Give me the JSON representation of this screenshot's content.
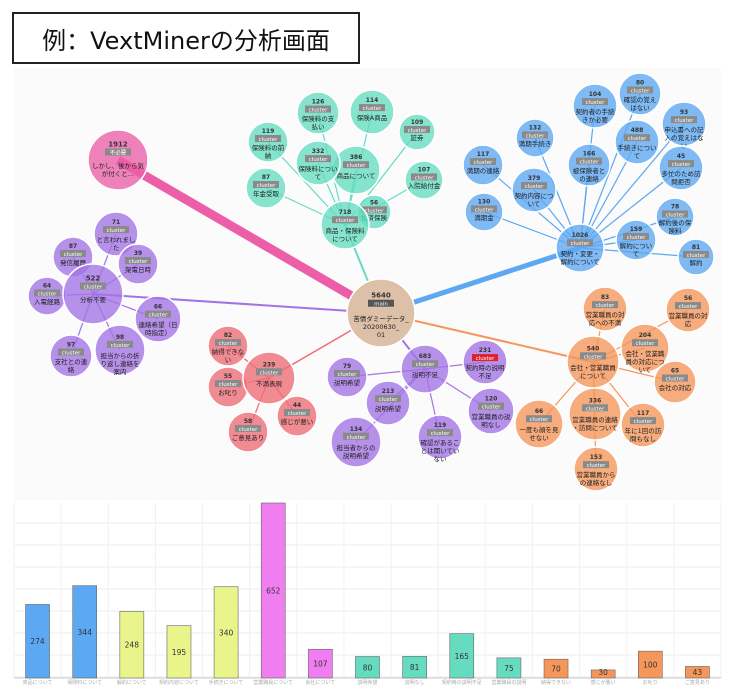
{
  "title": "例：VextMinerの分析画面",
  "cluster_tag": "cluster",
  "colors": {
    "pink": "#ec5fa8",
    "blue": "#5ca8f2",
    "purple": "#a373e6",
    "orange": "#f5965a",
    "red": "#ee6b74",
    "teal": "#65dcc0",
    "center": "#ddc0a8",
    "yellow": "#e9f58a",
    "magenta": "#f07ef0"
  },
  "graph": {
    "center": {
      "count": "5640",
      "tag": "main",
      "label": "苦情ダミーデータ_20200630_01"
    },
    "clusters": [
      {
        "id": "pink",
        "color": "pink",
        "hub": {
          "count": "1912",
          "tag": "不必要",
          "label": "しかし、後から気が付くと…"
        },
        "leaves": []
      },
      {
        "id": "teal",
        "color": "teal",
        "hub": {
          "count": "718",
          "tag": "cluster",
          "label": "商品・保険料について"
        },
        "leaves": [
          {
            "count": "386",
            "label": "商品について"
          },
          {
            "count": "332",
            "label": "保険料について"
          },
          {
            "count": "126",
            "label": "保険料の支払い"
          },
          {
            "count": "114",
            "label": "保険A商品"
          },
          {
            "count": "119",
            "label": "保険料の前納"
          },
          {
            "count": "109",
            "label": "証券"
          },
          {
            "count": "87",
            "label": "年金受取"
          },
          {
            "count": "107",
            "label": "入院給付金"
          },
          {
            "count": "56",
            "label": "払済保険"
          }
        ]
      },
      {
        "id": "blue",
        "color": "blue",
        "hub": {
          "count": "1026",
          "tag": "cluster",
          "label": "契約・変更・解約について"
        },
        "leaves": [
          {
            "count": "379",
            "label": "契約内容について"
          },
          {
            "count": "488",
            "label": "手続きについて"
          },
          {
            "count": "132",
            "label": "満期手続き"
          },
          {
            "count": "117",
            "label": "満期の連絡"
          },
          {
            "count": "130",
            "label": "満期金"
          },
          {
            "count": "104",
            "label": "契約者の手続きか必要"
          },
          {
            "count": "80",
            "label": "確認の覚えはない"
          },
          {
            "count": "166",
            "label": "被保険者との連絡"
          },
          {
            "count": "93",
            "label": "申込書への記入の覚えはない"
          },
          {
            "count": "45",
            "label": "多忙のため訪問拒否"
          },
          {
            "count": "159",
            "label": "解約について"
          },
          {
            "count": "78",
            "label": "解約後の保険料"
          },
          {
            "count": "81",
            "label": "解約"
          }
        ]
      },
      {
        "id": "purple",
        "color": "purple",
        "hub": {
          "count": "522",
          "tag": "cluster",
          "label": "分析不要"
        },
        "leaves": [
          {
            "count": "71",
            "label": "と言われました"
          },
          {
            "count": "87",
            "label": "発信履歴"
          },
          {
            "count": "39",
            "label": "架電日時"
          },
          {
            "count": "64",
            "label": "入電経路"
          },
          {
            "count": "66",
            "label": "連絡希望（日時指定）"
          },
          {
            "count": "97",
            "label": "支社との連絡"
          },
          {
            "count": "98",
            "label": "担当からの折り返し連絡を案内"
          }
        ]
      },
      {
        "id": "red",
        "color": "red",
        "hub": {
          "count": "239",
          "tag": "cluster",
          "label": "不満表現"
        },
        "leaves": [
          {
            "count": "82",
            "label": "納得できない"
          },
          {
            "count": "55",
            "label": "お叱り"
          },
          {
            "count": "58",
            "label": "ご意見あり"
          },
          {
            "count": "44",
            "label": "感じが悪い"
          }
        ]
      },
      {
        "id": "violet2",
        "color": "purple",
        "hub": {
          "count": "683",
          "tag": "cluster",
          "label": "説明不足"
        },
        "leaves": [
          {
            "count": "79",
            "label": "説明希望"
          },
          {
            "count": "213",
            "label": "説明希望"
          },
          {
            "count": "134",
            "label": "担当者からの説明希望"
          },
          {
            "count": "119",
            "label": "確認があることは聞いていない"
          },
          {
            "count": "231",
            "label": "契約時の説明不足",
            "alert": true
          },
          {
            "count": "120",
            "label": "営業職員の説明なし"
          }
        ]
      },
      {
        "id": "orange",
        "color": "orange",
        "hub": {
          "count": "540",
          "tag": "cluster",
          "label": "会社・営業職員について"
        },
        "leaves": [
          {
            "count": "83",
            "label": "営業職員の対応への不満"
          },
          {
            "count": "56",
            "label": "営業職員の対応"
          },
          {
            "count": "204",
            "label": "会社・営業職員の対応について"
          },
          {
            "count": "65",
            "label": "会社の対応"
          },
          {
            "count": "336",
            "label": "営業職員の連絡・訪問について"
          },
          {
            "count": "66",
            "label": "一度も顔を見せない"
          },
          {
            "count": "117",
            "label": "年に1回の訪問もなし"
          },
          {
            "count": "153",
            "label": "営業職員からの連絡なし"
          }
        ]
      }
    ]
  },
  "chart_data": {
    "type": "bar",
    "categories": [
      "商品について",
      "保険料について",
      "解約について",
      "契約内容について",
      "手続きについて",
      "営業職員について",
      "会社について",
      "説明希望",
      "説明なし",
      "契約時の説明不足",
      "営業職員の説明",
      "納得できない",
      "感じが悪い",
      "お叱り",
      "ご意見あり"
    ],
    "values": [
      274,
      344,
      248,
      195,
      340,
      652,
      107,
      80,
      81,
      165,
      75,
      70,
      30,
      100,
      43
    ],
    "colors": [
      "blue",
      "blue",
      "yellow",
      "yellow",
      "yellow",
      "magenta",
      "magenta",
      "teal",
      "teal",
      "teal",
      "teal",
      "orange",
      "orange",
      "orange",
      "orange"
    ],
    "ylim": [
      0,
      652
    ],
    "grid": true
  }
}
